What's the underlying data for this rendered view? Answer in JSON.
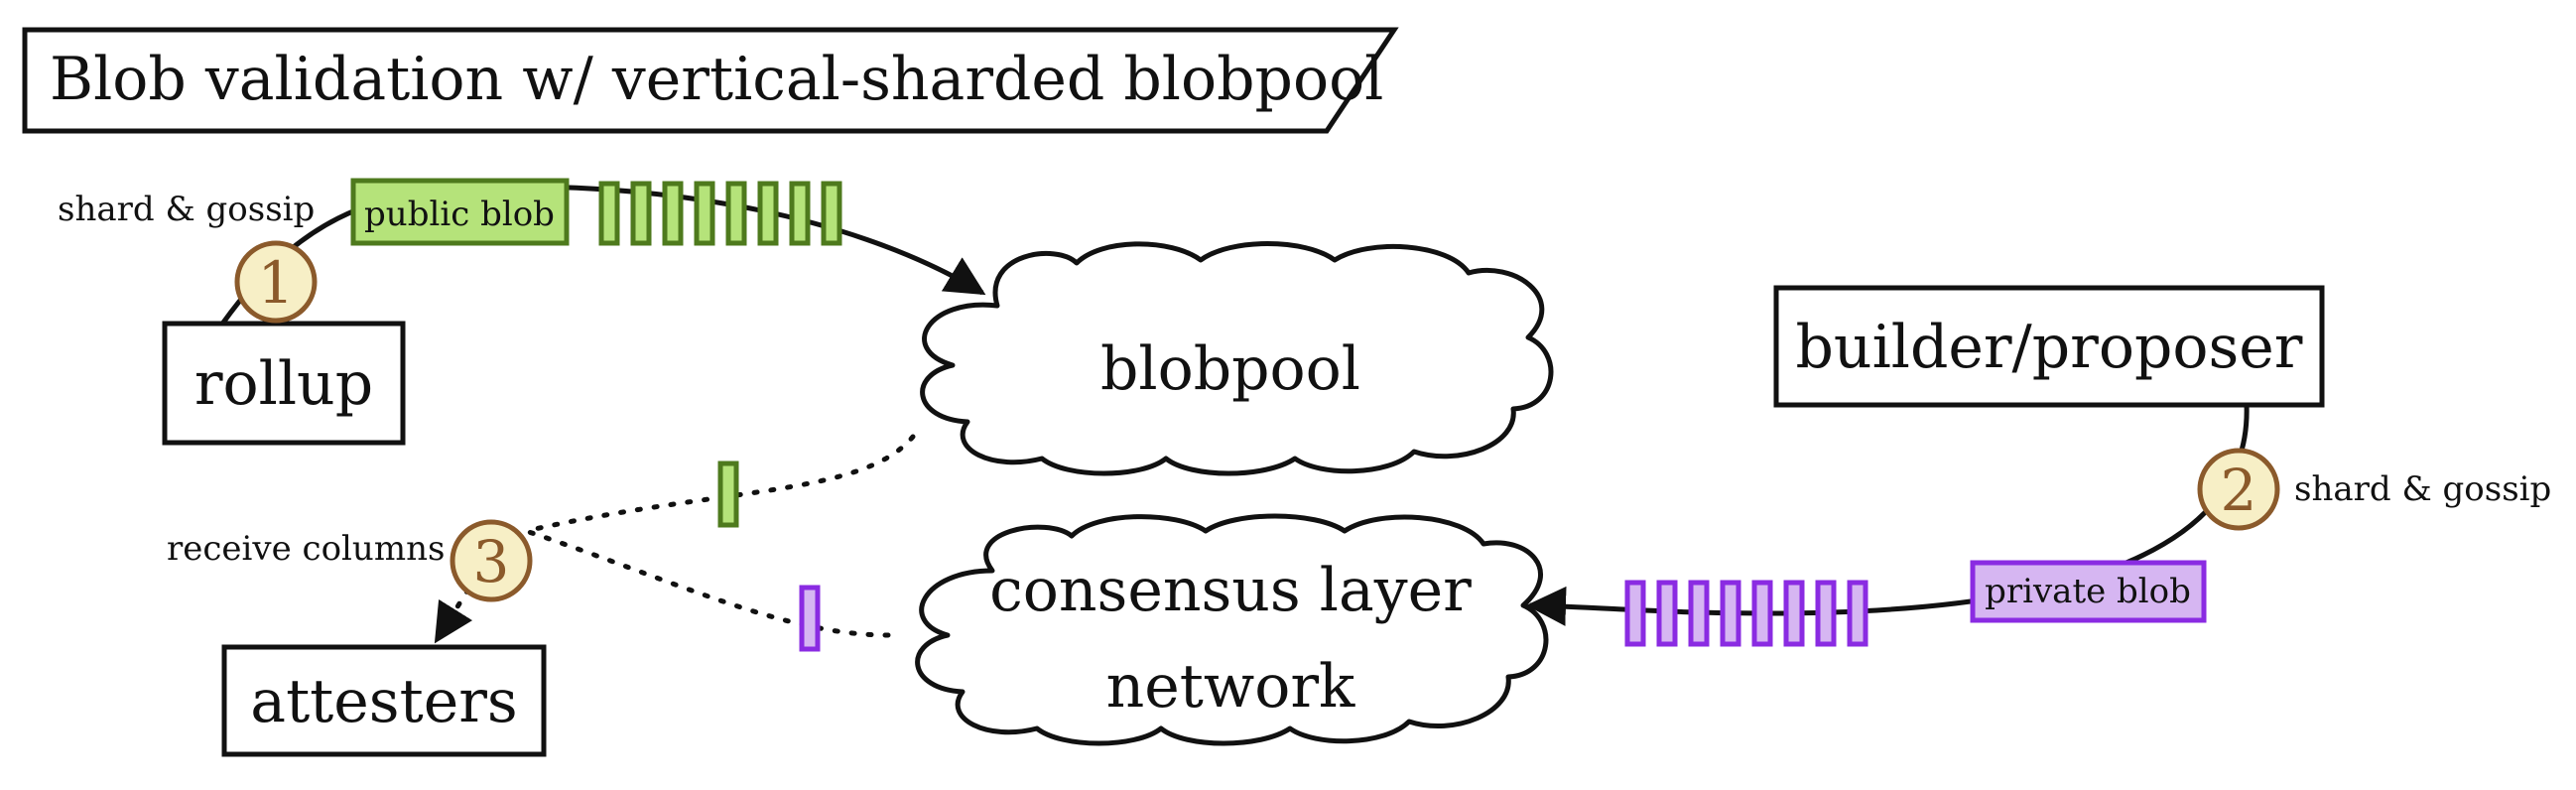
{
  "title": "Blob validation w/ vertical-sharded blobpool",
  "nodes": {
    "rollup": "rollup",
    "builder": "builder/proposer",
    "attesters": "attesters",
    "blobpool": "blobpool",
    "network_line1": "consensus layer",
    "network_line2": "network"
  },
  "blobs": {
    "public": "public blob",
    "private": "private blob"
  },
  "steps": [
    {
      "number": "1",
      "label": "shard & gossip"
    },
    {
      "number": "2",
      "label": "shard & gossip"
    },
    {
      "number": "3",
      "label": "receive columns"
    }
  ],
  "colors": {
    "public_fill": "#b5e37a",
    "public_stroke": "#4e7a1d",
    "private_fill": "#d6b6f2",
    "private_stroke": "#8a2be2",
    "step_fill": "#f7efc6",
    "step_stroke": "#8b5a2b"
  }
}
